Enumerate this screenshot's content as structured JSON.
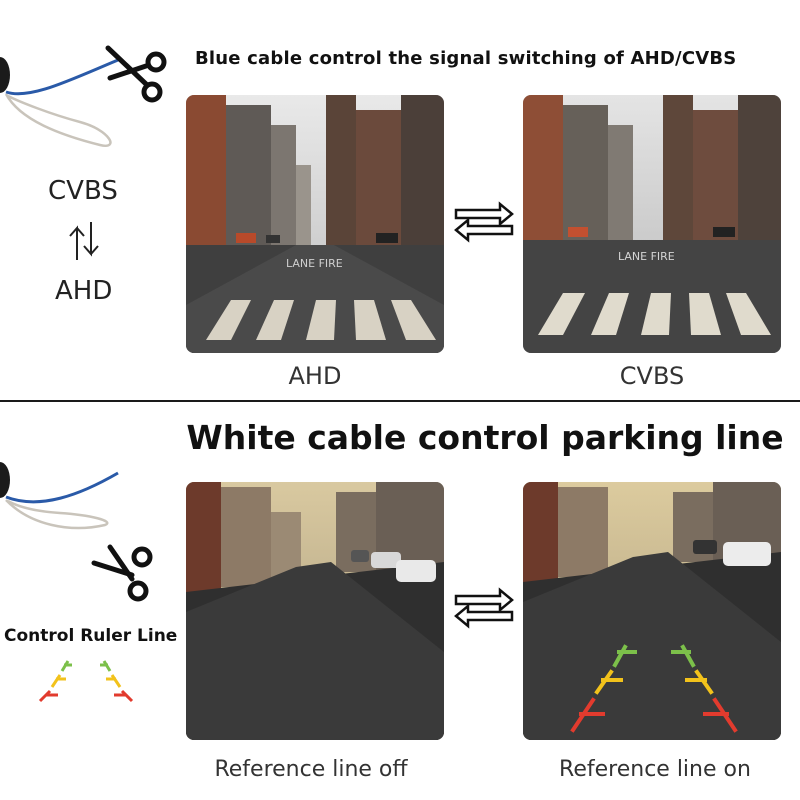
{
  "top": {
    "title": "Blue cable control the signal switching of AHD/CVBS",
    "left_labels": {
      "cvbs": "CVBS",
      "ahd": "AHD"
    },
    "captions": {
      "left": "AHD",
      "right": "CVBS"
    },
    "road_text": "LANE FIRE"
  },
  "bottom": {
    "title": "White cable control parking line",
    "ruler_label": "Control Ruler Line",
    "captions": {
      "left": "Reference line off",
      "right": "Reference line on"
    }
  },
  "colors": {
    "blue_cable": "#2a5aa8",
    "white_cable": "#c9c4bb",
    "guide_green": "#7cc04a",
    "guide_yellow": "#f2c21b",
    "guide_red": "#e23b2e"
  },
  "icons": [
    "scissors-icon",
    "swap-arrows-icon",
    "updown-arrows-icon"
  ]
}
